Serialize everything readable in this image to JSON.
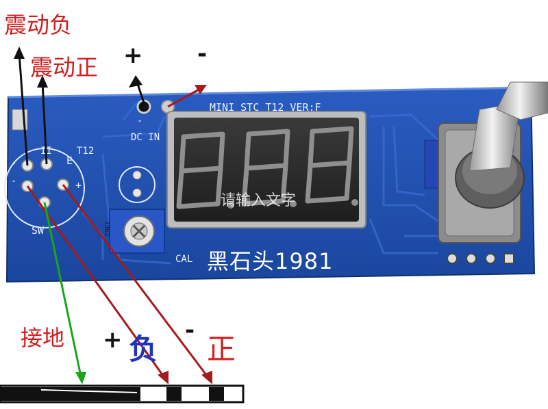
{
  "annotations": {
    "vibration_negative": "震动负",
    "vibration_positive": "震动正",
    "ground": "接地",
    "negative": "负",
    "positive": "正",
    "plus_top": "+",
    "minus_top": "-",
    "plus_bottom": "+",
    "minus_bottom": "-"
  },
  "board": {
    "model_label": "MINI STC T12 VER:F",
    "dc_in_label": "DC IN",
    "dc_minus_mark": "-",
    "sw_label": "SW",
    "t12_label": "T12",
    "pin_e_label": "E",
    "pin_ii_label": "II",
    "pin_minus_label": "-",
    "pin_minus_label_2": "-",
    "pin_plus_label": "+",
    "cal_label": "CAL",
    "trimmer_code": "3362",
    "brand_text": "黑石头1981",
    "watermark_text": "请输入文字"
  },
  "colors": {
    "pcb": "#1f4fb0",
    "pcb_dark": "#173e8e",
    "annotation_red": "#d21e1e",
    "arrow_dark_red": "#a01818",
    "arrow_green": "#1aa51a",
    "arrow_black": "#111111"
  }
}
